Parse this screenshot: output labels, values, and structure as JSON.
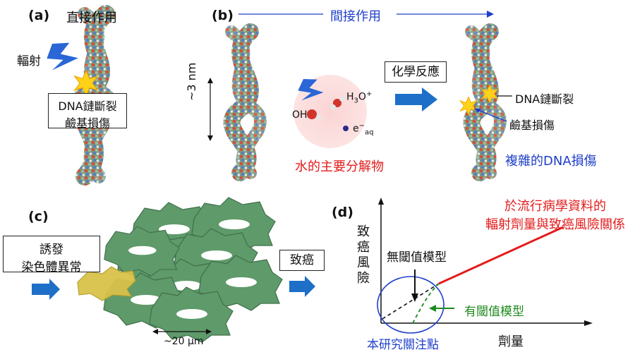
{
  "panel_a": {
    "label": "(a)",
    "title": "直接作用",
    "radiation": "輻射",
    "damage_line1": "DNA鏈斷裂",
    "damage_line2": "鹼基損傷"
  },
  "panel_b": {
    "label": "(b)",
    "title": "間接作用",
    "scale": "~3 nm",
    "oh": "OH",
    "h3o": "H",
    "h3o_sub": "3",
    "h3o_tail": "O",
    "h3o_sup": "+",
    "eaq": "e",
    "eaq_sup": "−",
    "eaq_sub": "aq",
    "products": "水的主要分解物",
    "reaction": "化學反應",
    "strand_break": "DNA鏈斷裂",
    "base_damage": "鹼基損傷",
    "complex_damage": "複雜的DNA損傷"
  },
  "panel_c": {
    "label": "(c)",
    "induce_line1": "誘發",
    "induce_line2": "染色體異常",
    "cell_scale": "~20 μm",
    "carcinogenesis": "致癌"
  },
  "panel_d": {
    "label": "(d)",
    "ylabel_chars": [
      "致",
      "癌",
      "風",
      "險"
    ],
    "xlabel": "劑量",
    "epi_line1": "於流行病學資料的",
    "epi_line2": "輻射劑量與致癌風險關係",
    "no_threshold": "無閾值模型",
    "threshold": "有閾值模型",
    "study_focus": "本研究關注點"
  },
  "colors": {
    "blue": "#1f3fc9",
    "red": "#e31b1b",
    "green": "#1d8a1d",
    "arrow_blue": "#1e6fc8",
    "cell_green": "#5f9a6a",
    "cell_yellow": "#d9c24a"
  }
}
